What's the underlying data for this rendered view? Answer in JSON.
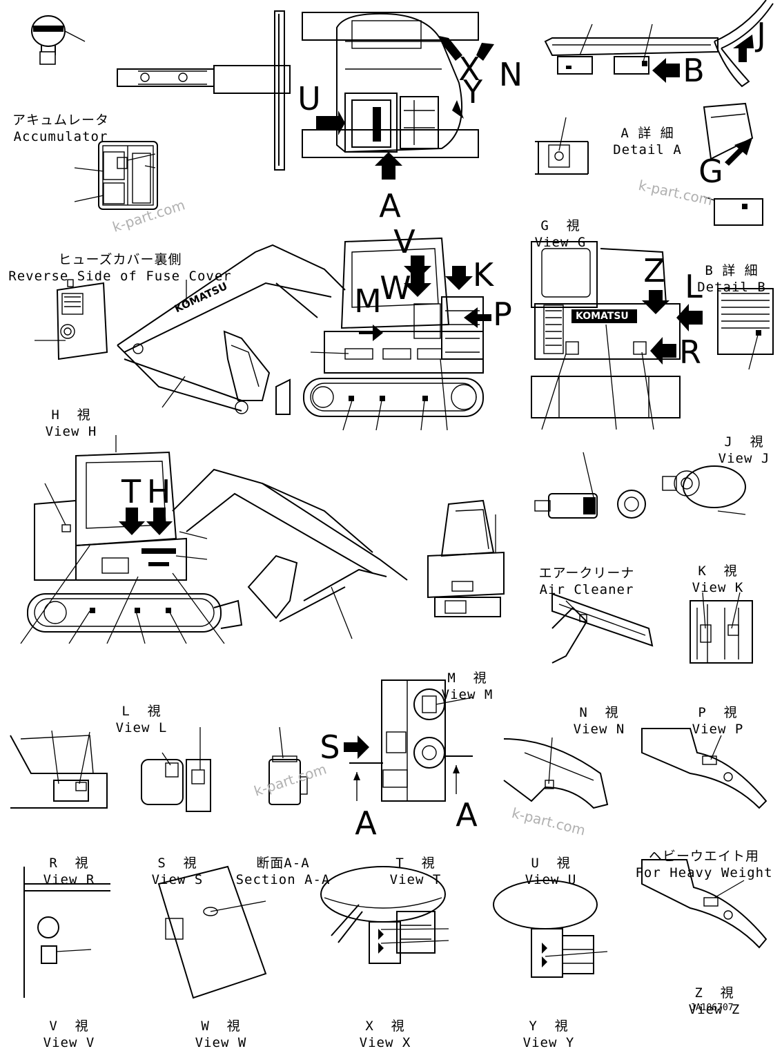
{
  "figure_code": "JA106707",
  "watermark": "k-part.com",
  "arrow_letters": {
    "A": "A",
    "B": "B",
    "G": "G",
    "H": "H",
    "J": "J",
    "K": "K",
    "L": "L",
    "M": "M",
    "N": "N",
    "P": "P",
    "R": "R",
    "S": "S",
    "T": "T",
    "U": "U",
    "V": "V",
    "W": "W",
    "X": "X",
    "Y": "Y",
    "Z": "Z",
    "section_left": "A",
    "section_right": "A"
  },
  "views": {
    "accumulator": {
      "jp": "アキュムレータ",
      "en": "Accumulator"
    },
    "fuse_cover": {
      "jp": "ヒューズカバー裏側",
      "en": "Reverse Side of Fuse Cover"
    },
    "detail_a": {
      "jp": "A 詳 細",
      "en": "Detail A"
    },
    "view_g": {
      "jp": "G  視",
      "en": "View G"
    },
    "detail_b": {
      "jp": "B 詳 細",
      "en": "Detail B"
    },
    "view_h": {
      "jp": "H  視",
      "en": "View H"
    },
    "view_j": {
      "jp": "J  視",
      "en": "View J"
    },
    "air_cleaner": {
      "jp": "エアークリーナ",
      "en": "Air Cleaner"
    },
    "view_k": {
      "jp": "K  視",
      "en": "View K"
    },
    "view_l": {
      "jp": "L  視",
      "en": "View L"
    },
    "view_m": {
      "jp": "M  視",
      "en": "View M"
    },
    "view_n": {
      "jp": "N  視",
      "en": "View N"
    },
    "view_p": {
      "jp": "P  視",
      "en": "View P"
    },
    "view_r": {
      "jp": "R  視",
      "en": "View R"
    },
    "view_s": {
      "jp": "S  視",
      "en": "View S"
    },
    "section_aa": {
      "jp": "断面A-A",
      "en": "Section A-A"
    },
    "view_t": {
      "jp": "T  視",
      "en": "View T"
    },
    "view_u": {
      "jp": "U  視",
      "en": "View U"
    },
    "heavy_weight": {
      "jp": "ヘビーウエイト用",
      "en": "For Heavy Weight"
    },
    "view_v": {
      "jp": "V  視",
      "en": "View V"
    },
    "view_w": {
      "jp": "W  視",
      "en": "View W"
    },
    "view_x": {
      "jp": "X  視",
      "en": "View X"
    },
    "view_y": {
      "jp": "Y  視",
      "en": "View Y"
    },
    "view_z": {
      "jp": "Z  視",
      "en": "View Z"
    }
  },
  "brand_text": "KOMATSU"
}
